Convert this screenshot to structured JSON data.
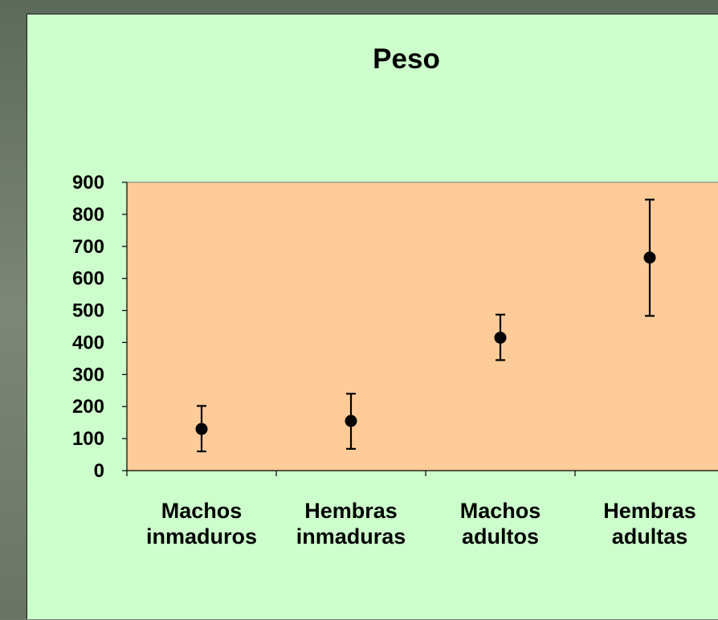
{
  "colors": {
    "page_background": "#6f7a6c",
    "chart_area": "#ccffcc",
    "plot_area": "#ffcc99",
    "marker": "#000000"
  },
  "chart_data": {
    "type": "scatter",
    "title": "Peso",
    "xlabel": "",
    "ylabel": "",
    "ylim": [
      0,
      900
    ],
    "yticks": [
      0,
      100,
      200,
      300,
      400,
      500,
      600,
      700,
      800,
      900
    ],
    "categories": [
      [
        "Machos",
        "inmaduros"
      ],
      [
        "Hembras",
        "inmaduras"
      ],
      [
        "Machos",
        "adultos"
      ],
      [
        "Hembras",
        "adultas"
      ]
    ],
    "series": [
      {
        "values": [
          130,
          155,
          415,
          665
        ],
        "error_low": [
          60,
          68,
          345,
          483
        ],
        "error_high": [
          202,
          240,
          487,
          846
        ]
      }
    ],
    "error_bars": true,
    "legend": "none",
    "grid": false
  }
}
